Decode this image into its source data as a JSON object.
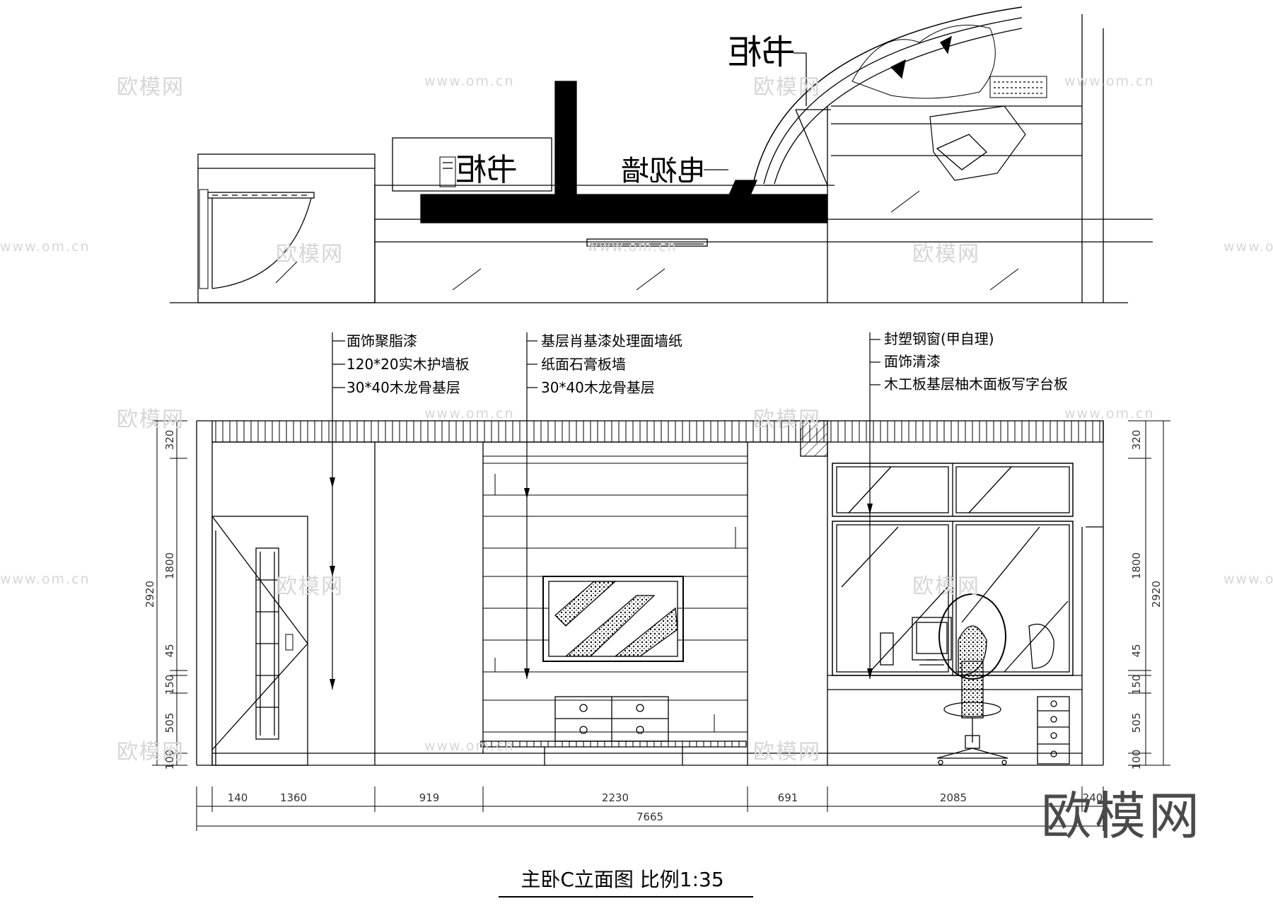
{
  "plan": {
    "bookcase_label_top": "书柜",
    "bookcase_label_left": "书柜",
    "tv_wall_label": "电视墙"
  },
  "notes": {
    "left": [
      "面饰聚脂漆",
      "120*20实木护墙板",
      "30*40木龙骨基层"
    ],
    "middle": [
      "基层肖基漆处理面墙纸",
      "纸面石膏板墙",
      "30*40木龙骨基层"
    ],
    "right": [
      "封塑钢窗(甲自理)",
      "面饰清漆",
      "木工板基层柚木面板写字台板"
    ]
  },
  "dimensions": {
    "horizontal": [
      "140",
      "1360",
      "919",
      "2230",
      "691",
      "2085",
      "240"
    ],
    "total": "7665",
    "vertical_left": [
      "320",
      "1800",
      "45",
      "150",
      "505",
      "100"
    ],
    "vertical_right": [
      "320",
      "1800",
      "45",
      "150",
      "505",
      "100"
    ],
    "overall_height": "2920"
  },
  "title": "主卧C立面图  比例1:35",
  "watermark": {
    "logo": "欧模网",
    "url": "www.om.cn"
  },
  "brand": "欧模网"
}
